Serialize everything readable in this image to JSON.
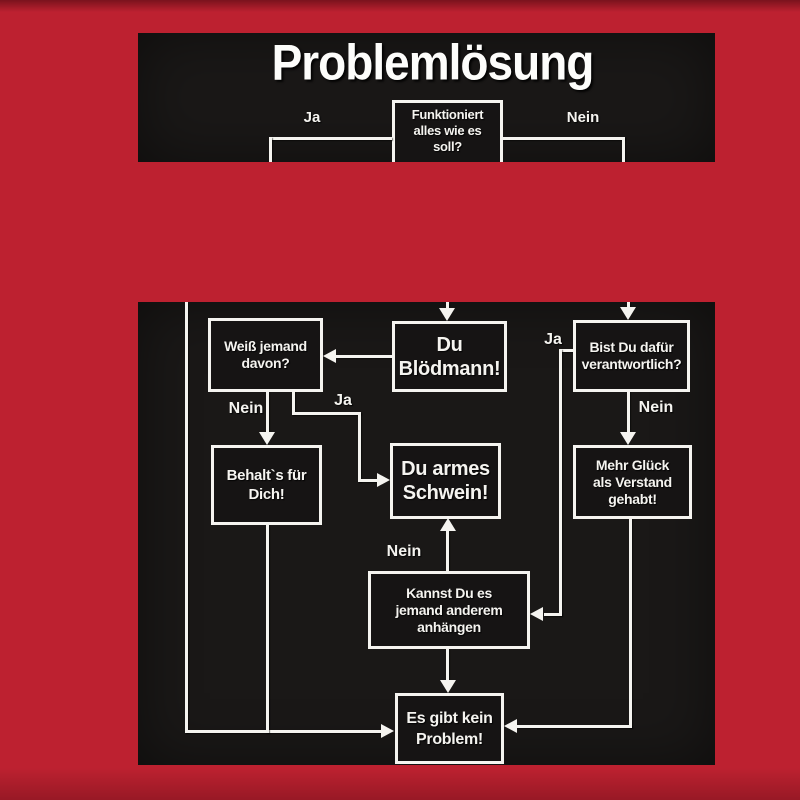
{
  "title": "Problemlösung",
  "top_panel": {
    "question": {
      "lines": [
        "Funktioniert",
        "alles wie es",
        "soll?"
      ]
    },
    "ja_label": "Ja",
    "nein_label": "Nein"
  },
  "flowchart": {
    "nodes": {
      "weiss": {
        "lines": [
          "Weiß jemand",
          "davon?"
        ]
      },
      "bloedmann": {
        "lines": [
          "Du",
          "Blödmann!"
        ]
      },
      "bist": {
        "lines": [
          "Bist Du dafür",
          "verantwortlich?"
        ]
      },
      "behalt": {
        "lines": [
          "Behalt`s für",
          "Dich!"
        ]
      },
      "schwein": {
        "lines": [
          "Du armes",
          "Schwein!"
        ]
      },
      "glueck": {
        "lines": [
          "Mehr Glück",
          "als Verstand",
          "gehabt!"
        ]
      },
      "kannst": {
        "lines": [
          "Kannst Du es",
          "jemand anderem",
          "anhängen"
        ]
      },
      "problem": {
        "lines": [
          "Es gibt kein",
          "Problem!"
        ]
      }
    },
    "edge_labels": {
      "weiss_nein": "Nein",
      "weiss_ja": "Ja",
      "bist_ja": "Ja",
      "bist_nein": "Nein",
      "kannst_nein": "Nein"
    }
  },
  "colors": {
    "background_red": "#bd2130",
    "panel_black": "#1a1817",
    "line_white": "#f5f4f0"
  }
}
